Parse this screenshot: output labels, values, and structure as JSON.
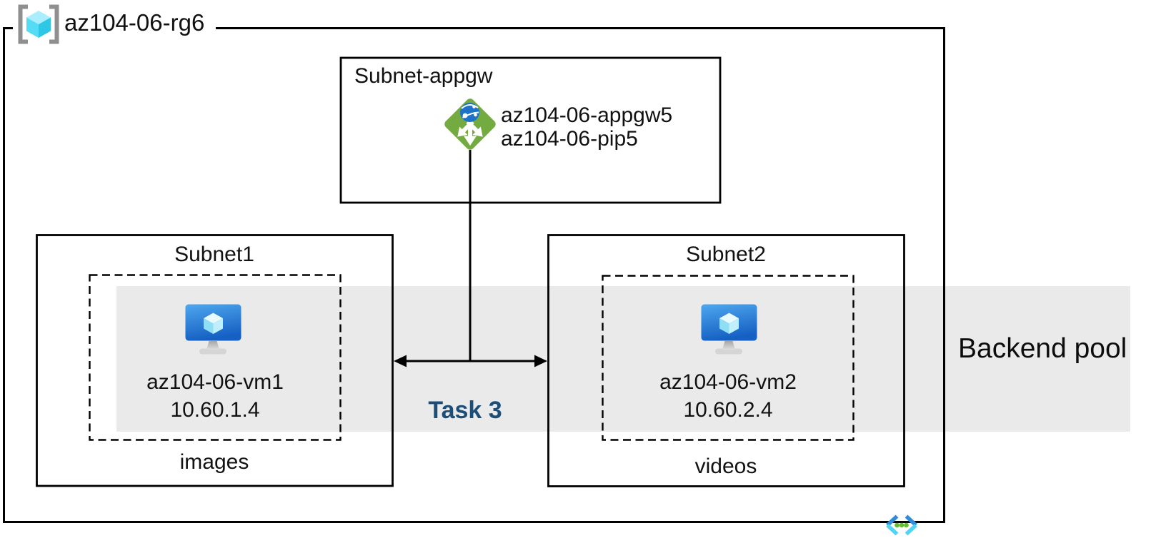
{
  "resource_group": {
    "name": "az104-06-rg6"
  },
  "appgw_subnet": {
    "name": "Subnet-appgw",
    "app_gateway_name": "az104-06-appgw5",
    "public_ip_name": "az104-06-pip5"
  },
  "subnet1": {
    "name": "Subnet1",
    "vm_name": "az104-06-vm1",
    "vm_ip": "10.60.1.4",
    "app_label": "images"
  },
  "subnet2": {
    "name": "Subnet2",
    "vm_name": "az104-06-vm2",
    "vm_ip": "10.60.2.4",
    "app_label": "videos"
  },
  "backend_pool": {
    "label": "Backend pool"
  },
  "task": {
    "label": "Task 3"
  },
  "icons": {
    "resource_group": "azure-resource-group-icon",
    "app_gateway": "azure-application-gateway-icon",
    "virtual_machine": "azure-virtual-machine-icon",
    "virtual_network": "azure-virtual-network-icon"
  },
  "colors": {
    "line_black": "#000000",
    "backend_band_gray": "#EAEAEA",
    "task_label_navy": "#1B4E78",
    "appgw_diamond_green": "#74AB40",
    "appgw_globe_blue": "#1E72C8",
    "vm_screen_blue_top": "#4FA7EF",
    "vm_screen_blue_bottom": "#1560C2",
    "rg_cube_cyan": "#54DCF4",
    "vnet_chevron_blue": "#2F8CD9",
    "vnet_chevron_cyan": "#54D4F4",
    "vnet_dot_green": "#61BC2F"
  }
}
